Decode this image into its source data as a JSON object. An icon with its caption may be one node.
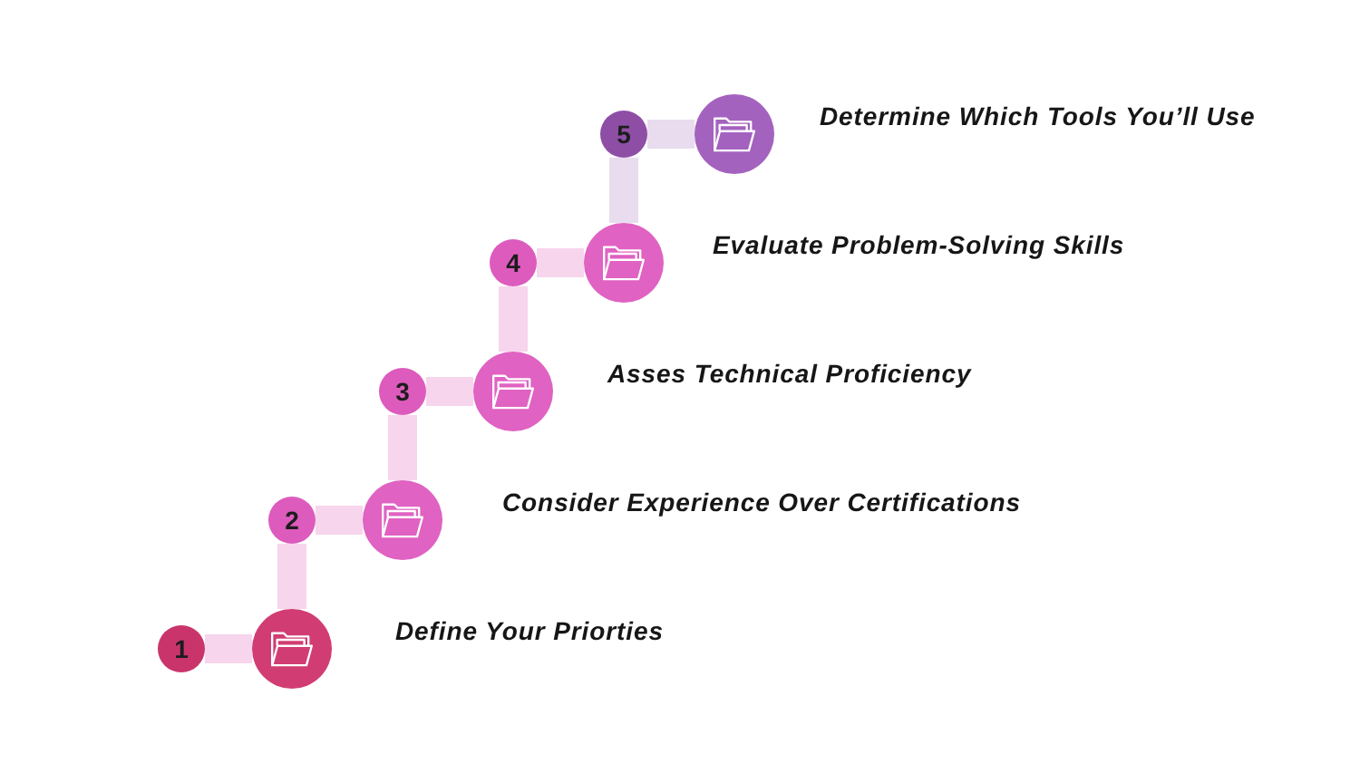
{
  "diagram": {
    "nodes": [
      {
        "text": [
          "1"
        ]
      },
      {
        "text": [],
        "shape": "circle",
        "beside": [
          "Define Your Priorties"
        ]
      },
      {
        "text": [
          "2"
        ]
      },
      {
        "text": [],
        "shape": "circle",
        "beside": [
          "Consider Experience Over Certifications"
        ]
      },
      {
        "text": [
          "3"
        ]
      },
      {
        "text": [],
        "shape": "circle",
        "beside": [
          "Asses Technical Proficiency"
        ]
      },
      {
        "text": [
          "4"
        ]
      },
      {
        "text": [],
        "shape": "circle",
        "beside": [
          "Evaluate Problem-Solving Skills"
        ]
      },
      {
        "text": [
          "5"
        ]
      },
      {
        "text": [],
        "shape": "circle",
        "beside": [
          "Determine Which Tools You’ll Use"
        ]
      }
    ],
    "edges": [
      {
        "from": 0,
        "to": 1,
        "arrow": "none"
      },
      {
        "from": 1,
        "to": 2,
        "arrow": "none"
      },
      {
        "from": 2,
        "to": 3,
        "arrow": "none"
      },
      {
        "from": 3,
        "to": 4,
        "arrow": "none"
      },
      {
        "from": 4,
        "to": 5,
        "arrow": "none"
      },
      {
        "from": 5,
        "to": 6,
        "arrow": "none"
      },
      {
        "from": 6,
        "to": 7,
        "arrow": "none"
      },
      {
        "from": 7,
        "to": 8,
        "arrow": "none",
        "color": "#e8dcee"
      },
      {
        "from": 8,
        "to": 9,
        "arrow": "none",
        "color": "#e8dcee"
      }
    ]
  }
}
